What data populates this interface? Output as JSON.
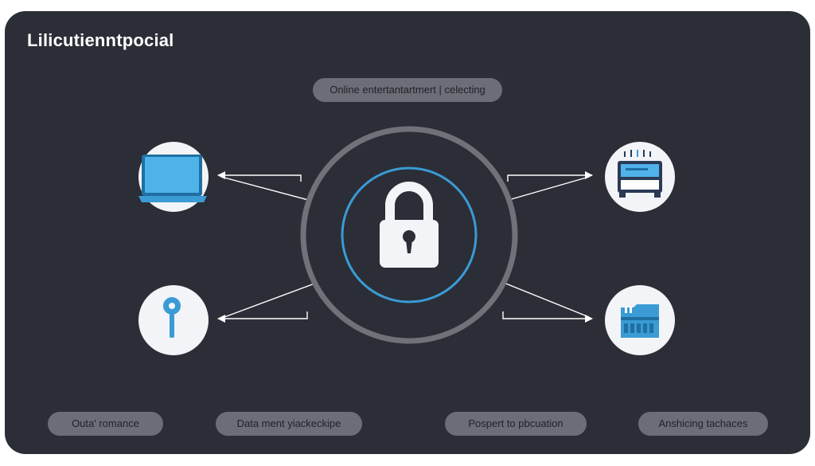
{
  "header": {
    "title": "Lilicutienntpocial"
  },
  "diagram": {
    "center_label": "Online entertantartmert | celecting",
    "center_node": {
      "icon": "padlock-icon"
    },
    "nodes": [
      {
        "id": "top-left",
        "icon": "laptop-icon"
      },
      {
        "id": "bottom-left",
        "icon": "key-icon"
      },
      {
        "id": "top-right",
        "icon": "server-icon"
      },
      {
        "id": "bottom-right",
        "icon": "storage-card-icon"
      }
    ]
  },
  "footer": {
    "labels": [
      "Outa' romance",
      "Data ment yiackeckipe",
      "Pospert to pbcuation",
      "Anshicing tachaces"
    ]
  },
  "colors": {
    "background": "#2b2e37",
    "accent": "#3a9bd5",
    "ring_gray": "#6f7279",
    "node_fill": "#f2f4f7",
    "pill_fill": "#6b6e77"
  }
}
